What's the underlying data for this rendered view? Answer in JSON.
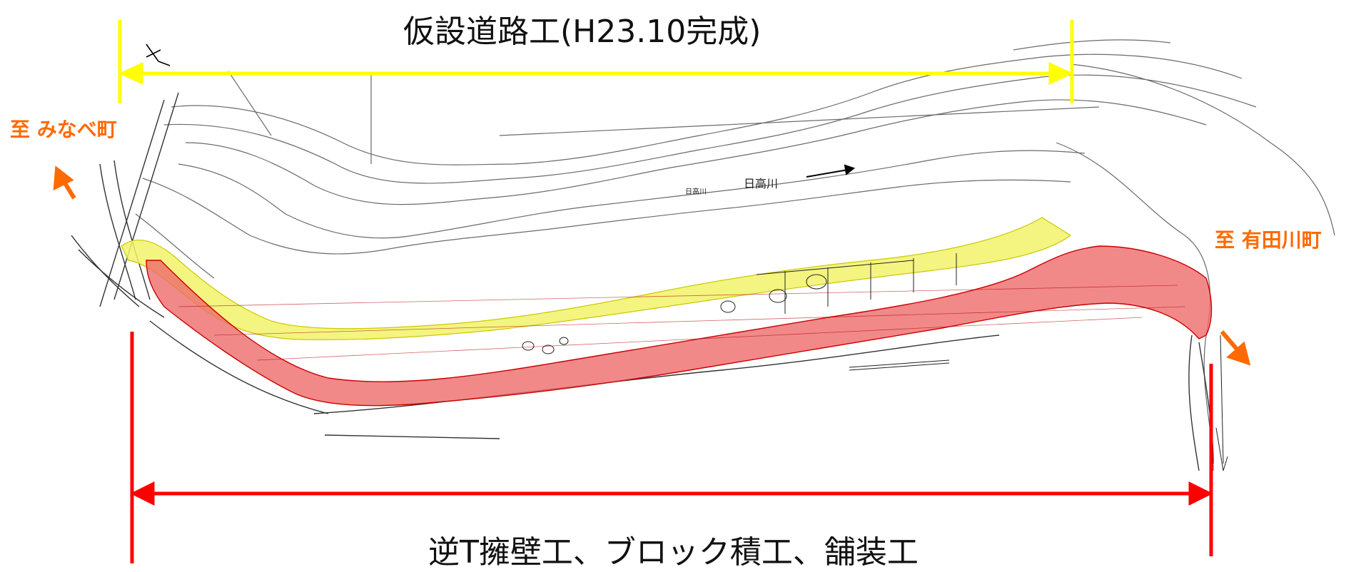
{
  "top_span_label": "仮設道路工(H23.10完成)",
  "bottom_span_label": "逆T擁壁工、ブロック積工、舗装工",
  "left_destination": "至 みなべ町",
  "right_destination": "至 有田川町",
  "river_name": "日高川",
  "river_name_small": "日高川",
  "colors": {
    "top_span": "#ffff00",
    "bottom_span": "#ff0000",
    "destination_text": "#ff6a00",
    "yellow_fill": "#f2f26a",
    "red_fill": "#ee6b6b"
  }
}
